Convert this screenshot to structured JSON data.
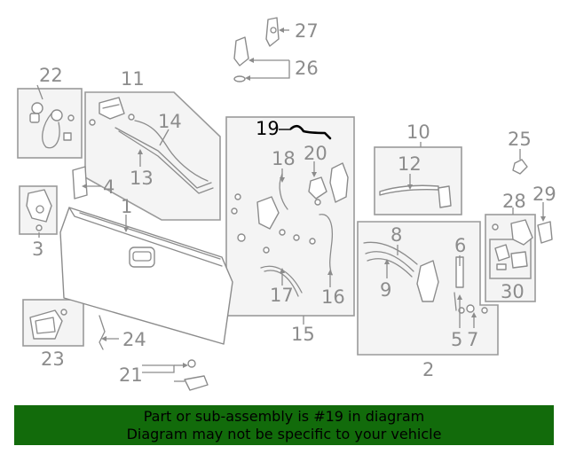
{
  "callouts": {
    "c1": "1",
    "c2": "2",
    "c3": "3",
    "c4": "4",
    "c5": "5",
    "c6": "6",
    "c7": "7",
    "c8": "8",
    "c9": "9",
    "c10": "10",
    "c11": "11",
    "c12": "12",
    "c13": "13",
    "c14": "14",
    "c15": "15",
    "c16": "16",
    "c17": "17",
    "c18": "18",
    "c19": "19",
    "c20": "20",
    "c21": "21",
    "c22": "22",
    "c23": "23",
    "c24": "24",
    "c25": "25",
    "c26": "26",
    "c27": "27",
    "c28": "28",
    "c29": "29",
    "c30": "30"
  },
  "highlight": {
    "part": "19",
    "color": "#000000"
  },
  "banner": {
    "line1": "Part or sub-assembly is #19 in diagram",
    "line2": "Diagram may not be specific to your vehicle",
    "background": "#126b0b"
  }
}
